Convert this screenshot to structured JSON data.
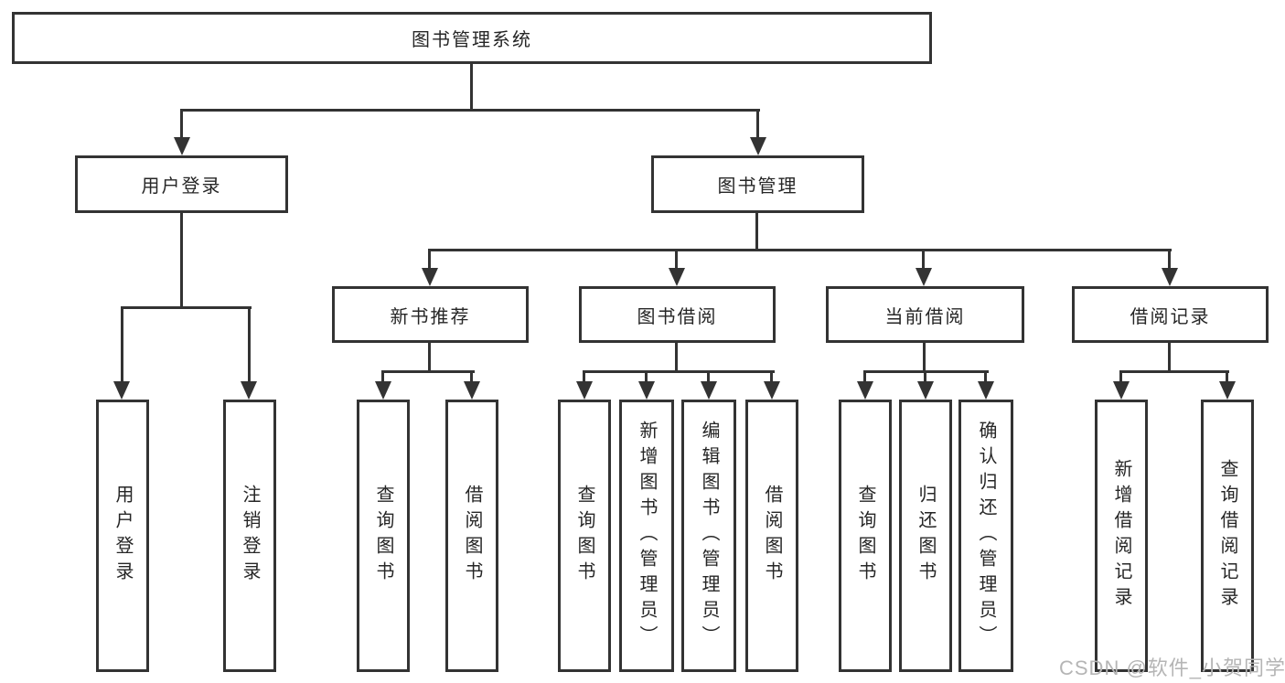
{
  "diagram": {
    "root": {
      "label": "图书管理系统"
    },
    "branches": [
      {
        "label": "用户登录"
      },
      {
        "label": "图书管理"
      }
    ],
    "modules": [
      {
        "label": "新书推荐",
        "parent": "图书管理"
      },
      {
        "label": "图书借阅",
        "parent": "图书管理"
      },
      {
        "label": "当前借阅",
        "parent": "图书管理"
      },
      {
        "label": "借阅记录",
        "parent": "图书管理"
      }
    ],
    "leaves": [
      {
        "label": "用户登录",
        "parent": "用户登录"
      },
      {
        "label": "注销登录",
        "parent": "用户登录"
      },
      {
        "label": "查询图书",
        "parent": "新书推荐"
      },
      {
        "label": "借阅图书",
        "parent": "新书推荐"
      },
      {
        "label": "查询图书",
        "parent": "图书借阅"
      },
      {
        "label": "新增图书（管理员）",
        "parent": "图书借阅"
      },
      {
        "label": "编辑图书（管理员）",
        "parent": "图书借阅"
      },
      {
        "label": "借阅图书",
        "parent": "图书借阅"
      },
      {
        "label": "查询图书",
        "parent": "当前借阅"
      },
      {
        "label": "归还图书",
        "parent": "当前借阅"
      },
      {
        "label": "确认归还（管理员）",
        "parent": "当前借阅"
      },
      {
        "label": "新增借阅记录",
        "parent": "借阅记录"
      },
      {
        "label": "查询借阅记录",
        "parent": "借阅记录"
      }
    ]
  },
  "watermark": {
    "text": "CSDN @软件_小贺同学"
  },
  "colors": {
    "line": "#333333",
    "text": "#262626",
    "watermark_text": "#b5b5b5",
    "background": "#ffffff"
  }
}
